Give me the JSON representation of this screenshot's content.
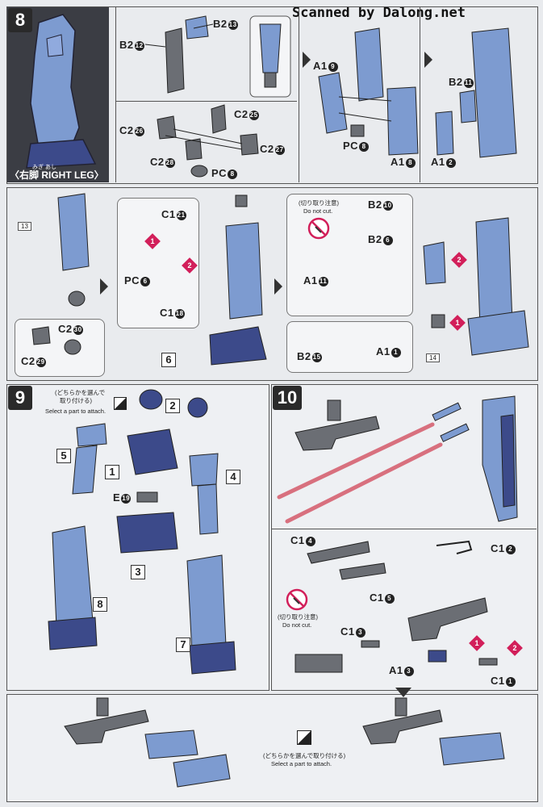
{
  "header": {
    "watermark": "Scanned by Dalong.net"
  },
  "step8": {
    "number": "8",
    "leg_furigana": "みぎ あし",
    "leg_title": "〈右脚 RIGHT LEG〉",
    "parts": {
      "b2_12": "B2",
      "b2_12n": "12",
      "b2_13": "B2",
      "b2_13n": "13",
      "c2_25": "C2",
      "c2_25n": "25",
      "c2_26": "C2",
      "c2_26n": "26",
      "c2_27": "C2",
      "c2_27n": "27",
      "c2_28": "C2",
      "c2_28n": "28",
      "pc8a": "PC",
      "pc8an": "8",
      "a1_9": "A1",
      "a1_9n": "9",
      "pc8b": "PC",
      "pc8bn": "8",
      "a1_8": "A1",
      "a1_8n": "8",
      "b2_11": "B2",
      "b2_11n": "11",
      "a1_2": "A1",
      "a1_2n": "2",
      "tag13": "13",
      "c2_30": "C2",
      "c2_30n": "30",
      "c2_29": "C2",
      "c2_29n": "29",
      "c1_21": "C1",
      "c1_21n": "21",
      "pc6": "PC",
      "pc6n": "6",
      "c1_18": "C1",
      "c1_18n": "18",
      "box6": "6",
      "cut_note_jp": "(切り取り注意)",
      "cut_note_en": "Do not cut.",
      "b2_10": "B2",
      "b2_10n": "10",
      "b2_6": "B2",
      "b2_6n": "6",
      "a1_11": "A1",
      "a1_11n": "11",
      "b2_15": "B2",
      "b2_15n": "15",
      "a1_1": "A1",
      "a1_1n": "1",
      "tag14": "14",
      "d1": "1",
      "d2": "2",
      "d1b": "1",
      "d2b": "2"
    }
  },
  "step9": {
    "number": "9",
    "select_jp1": "(どちらかを選んで",
    "select_jp2": "取り付ける)",
    "select_en": "Select a part to attach.",
    "boxes": [
      "1",
      "2",
      "3",
      "4",
      "5",
      "7",
      "8"
    ],
    "e19": "E",
    "e19n": "19"
  },
  "step10": {
    "number": "10",
    "c1_4": "C1",
    "c1_4n": "4",
    "c1_5": "C1",
    "c1_5n": "5",
    "c1_2": "C1",
    "c1_2n": "2",
    "c1_3": "C1",
    "c1_3n": "3",
    "a1_3": "A1",
    "a1_3n": "3",
    "c1_1": "C1",
    "c1_1n": "1",
    "cut_note_jp": "(切り取り注意)",
    "cut_note_en": "Do not cut.",
    "d1": "1",
    "d2": "2"
  },
  "bottom": {
    "select_jp": "(どちらかを選んで取り付ける)",
    "select_en": "Select a part to attach."
  },
  "colors": {
    "part_blue": "#7d9bd0",
    "part_dark": "#3c4a8a",
    "gray_part": "#6b6e74",
    "diamond": "#d21f5a",
    "saber": "#d8707e"
  }
}
